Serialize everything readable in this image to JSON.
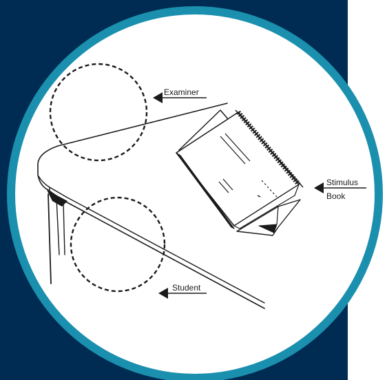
{
  "labels": {
    "examiner": "Examiner",
    "student": "Student",
    "stimulus_line1": "Stimulus",
    "stimulus_line2": "Book"
  },
  "colors": {
    "navy_background": "#002b52",
    "circle_ring": "#1a8fae",
    "line_art": "#1a1a1a",
    "paper": "#ffffff"
  }
}
